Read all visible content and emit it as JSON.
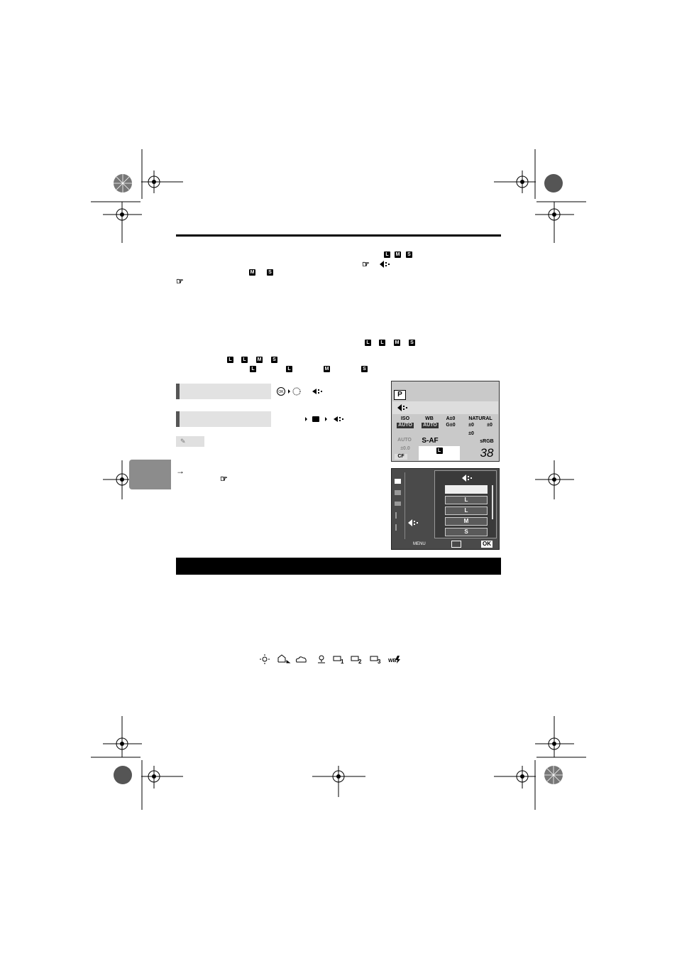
{
  "header": {
    "rule": "top-rule"
  },
  "icons": {
    "size_L": "L",
    "size_M": "M",
    "size_S": "S",
    "reference_hand": "☞",
    "arrow": "→"
  },
  "lcd_panel": {
    "mode": "P",
    "iso_label": "ISO",
    "iso_value": "AUTO",
    "wb_label": "WB",
    "wb_value": "AUTO",
    "wb_a": "A±0",
    "wb_g": "G±0",
    "picture_mode": "NATURAL",
    "sat": "±0",
    "contrast": "±0",
    "sharp": "±0",
    "flash_value": "AUTO",
    "af_mode": "S-AF",
    "color_space": "sRGB",
    "exposure_comp": "±0.0",
    "card": "CF",
    "frames": "38",
    "quality": "L"
  },
  "menu_screen": {
    "options": [
      "L",
      "L",
      "M",
      "S"
    ],
    "footer_menu": "MENU",
    "footer_ok": "OK"
  },
  "note": {
    "label": ""
  },
  "colors": {
    "tab_gray": "#8c8c8c",
    "bar_gray": "#e2e2e2",
    "lcd_bg": "#c9c9c9",
    "menu_bg": "#4a4a4a"
  }
}
